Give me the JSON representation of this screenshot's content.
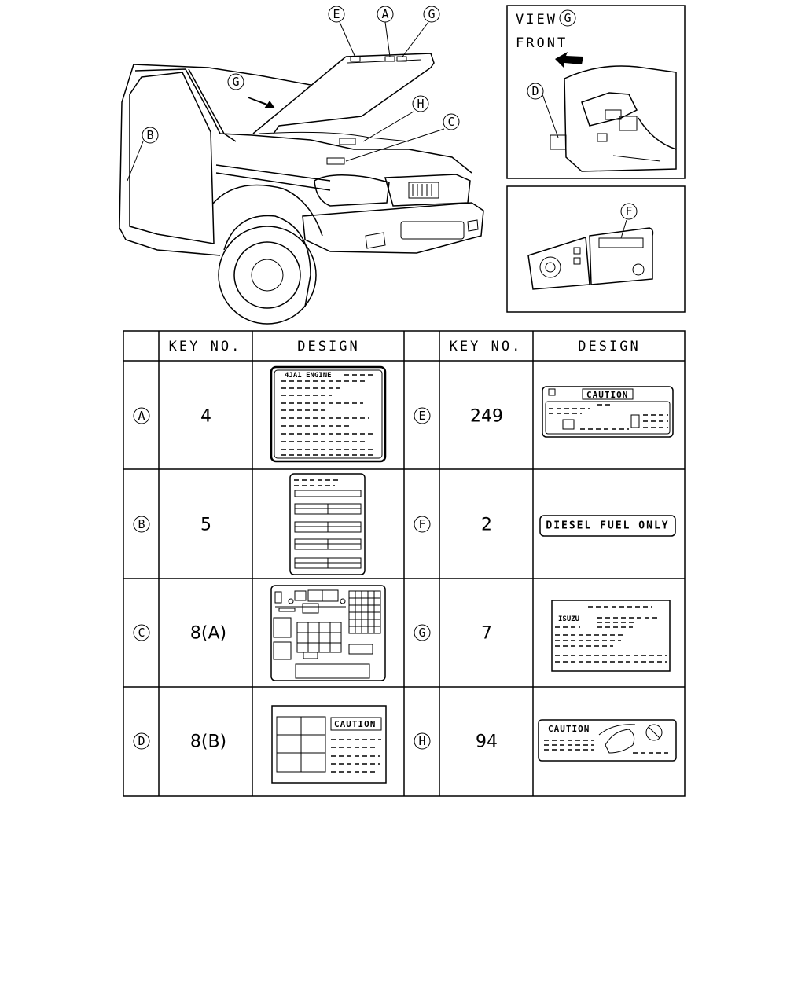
{
  "callouts": {
    "a": "A",
    "b": "B",
    "c": "C",
    "d": "D",
    "e": "E",
    "f": "F",
    "g": "G",
    "h": "H"
  },
  "view_panel": {
    "view_label": "VIEW",
    "view_ref": "G",
    "front_label": "FRONT"
  },
  "table": {
    "headers": {
      "key_no": "KEY NO.",
      "design": "DESIGN"
    },
    "left_rows": [
      {
        "ref": "A",
        "key_no": "4"
      },
      {
        "ref": "B",
        "key_no": "5"
      },
      {
        "ref": "C",
        "key_no": "8(A)"
      },
      {
        "ref": "D",
        "key_no": "8(B)"
      }
    ],
    "right_rows": [
      {
        "ref": "E",
        "key_no": "249"
      },
      {
        "ref": "F",
        "key_no": "2"
      },
      {
        "ref": "G",
        "key_no": "7"
      },
      {
        "ref": "H",
        "key_no": "94"
      }
    ]
  },
  "label_designs": {
    "a_title": "4JA1 ENGINE",
    "e_title": "CAUTION",
    "f_text": "DIESEL FUEL ONLY",
    "g_brand": "ISUZU",
    "d_title": "CAUTION",
    "h_title": "CAUTION"
  }
}
